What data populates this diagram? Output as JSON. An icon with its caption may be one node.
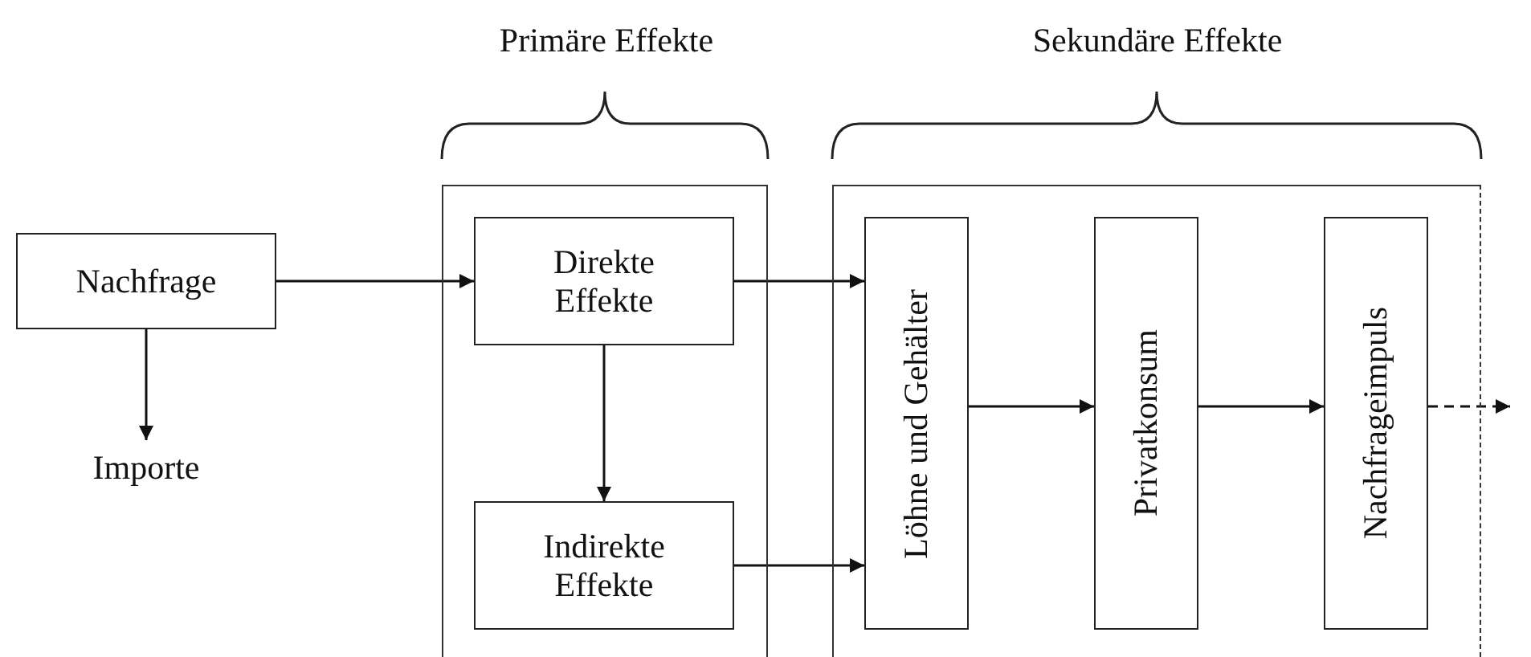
{
  "diagram": {
    "nodes": [
      {
        "text": [
          "Nachfrage"
        ]
      },
      {
        "text": [
          "Importe"
        ]
      },
      {
        "text": [
          "Primäre Effekte"
        ]
      },
      {
        "text": [
          "Direkte Effekte"
        ],
        "in": 2
      },
      {
        "text": [
          "Indirekte Effekte"
        ],
        "in": 2
      },
      {
        "text": [
          "Sekundäre Effekte"
        ]
      },
      {
        "text": [
          "Löhne und Gehälter"
        ],
        "in": 5
      },
      {
        "text": [
          "Privatkonsum"
        ],
        "in": 5
      },
      {
        "text": [
          "Nachfrageimpuls"
        ],
        "in": 5
      }
    ],
    "edges": [
      {
        "from": 0,
        "to": 3,
        "arrow": "to"
      },
      {
        "from": 0,
        "to": 1,
        "arrow": "to"
      },
      {
        "from": 3,
        "to": 4,
        "arrow": "to"
      },
      {
        "from": 3,
        "to": 6,
        "arrow": "to"
      },
      {
        "from": 4,
        "to": 6,
        "arrow": "to"
      },
      {
        "from": 6,
        "to": 7,
        "arrow": "to"
      },
      {
        "from": 7,
        "to": 8,
        "arrow": "to"
      },
      {
        "from": 8,
        "to": null,
        "arrow": "to",
        "style": "dashed"
      }
    ]
  }
}
